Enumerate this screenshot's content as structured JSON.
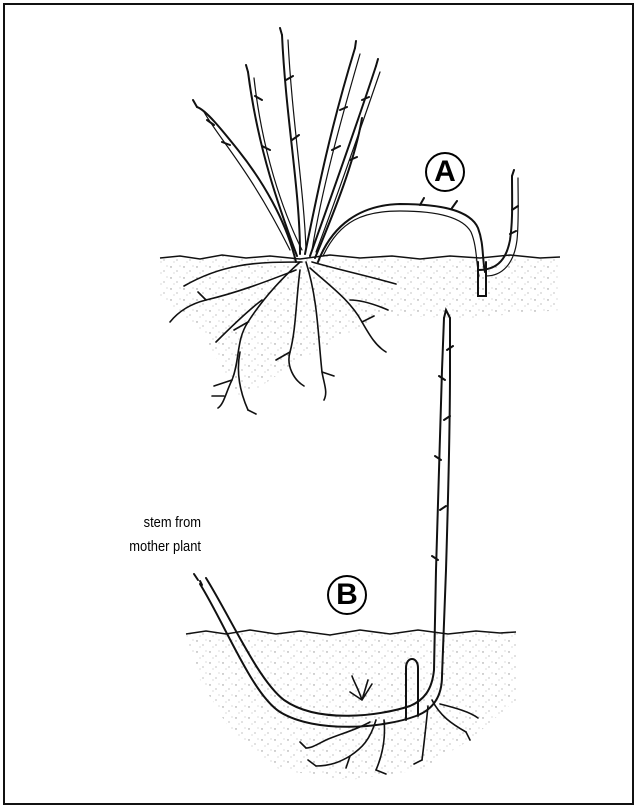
{
  "labels": {
    "marker_a": "A",
    "marker_b": "B",
    "caption_line1": "stem from",
    "caption_line2": "mother plant"
  }
}
